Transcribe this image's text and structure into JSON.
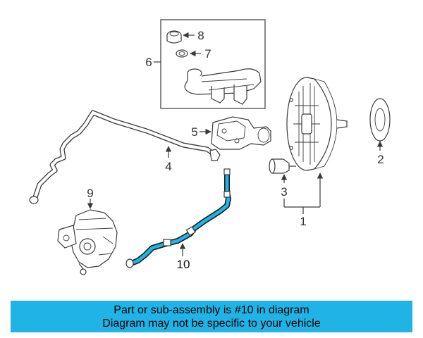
{
  "diagram": {
    "callouts": [
      {
        "id": "1",
        "text": "1"
      },
      {
        "id": "2",
        "text": "2"
      },
      {
        "id": "3",
        "text": "3"
      },
      {
        "id": "4",
        "text": "4"
      },
      {
        "id": "5",
        "text": "5"
      },
      {
        "id": "6",
        "text": "6"
      },
      {
        "id": "7",
        "text": "7"
      },
      {
        "id": "8",
        "text": "8"
      },
      {
        "id": "9",
        "text": "9"
      },
      {
        "id": "10",
        "text": "10"
      }
    ],
    "highlight_color": "#1fb3e6"
  },
  "notice": {
    "line1": "Part or sub-assembly is #10 in diagram",
    "line2": "Diagram may not be specific to your vehicle",
    "background": "#1fb3e6"
  }
}
